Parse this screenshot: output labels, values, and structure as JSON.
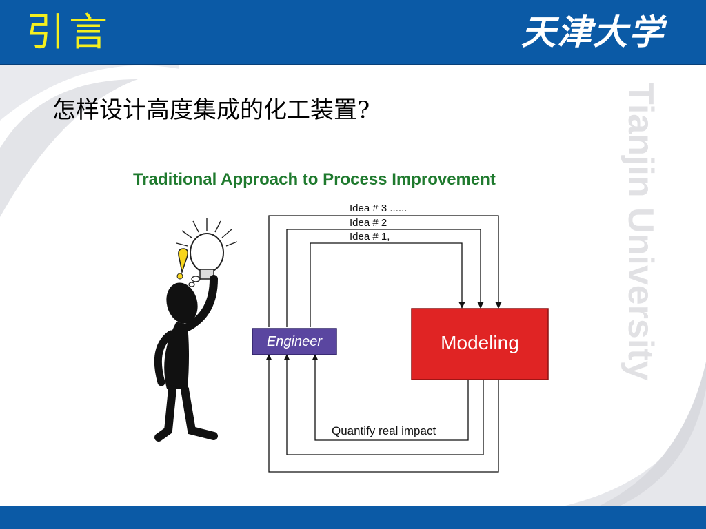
{
  "header": {
    "title": "引言",
    "logo_text": "天津大学"
  },
  "watermark": {
    "text": "Tianjin University"
  },
  "slide": {
    "question": "怎样设计高度集成的化工装置?"
  },
  "diagram": {
    "title": "Traditional Approach to Process Improvement",
    "engineer_label": "Engineer",
    "modeling_label": "Modeling",
    "ideas": [
      "Idea # 3 ......",
      "Idea # 2",
      "Idea # 1,"
    ],
    "feedback_label": "Quantify real impact"
  },
  "colors": {
    "header_bg": "#0b5aa6",
    "title_yellow": "#f4ef1e",
    "diagram_title_green": "#1f7a2e",
    "engineer_purple": "#5a46a0",
    "modeling_red": "#e02424"
  }
}
